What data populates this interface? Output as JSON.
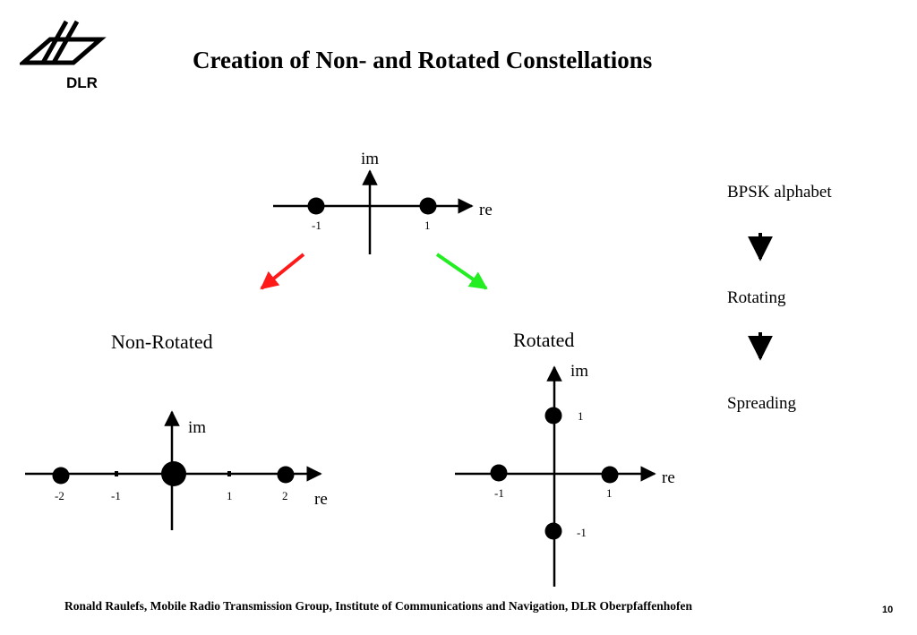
{
  "slide": {
    "title": "Creation of Non- and Rotated Constellations",
    "logo_text": "DLR",
    "footer": "Ronald Raulefs, Mobile Radio Transmission Group, Institute of Communications and Navigation, DLR Oberpfaffenhofen",
    "page_number": "10"
  },
  "top_diagram": {
    "axis_im": "im",
    "axis_re": "re",
    "point_labels": [
      "-1",
      "1"
    ]
  },
  "arrows": {
    "left_color": "#ff1a1a",
    "right_color": "#22ee22"
  },
  "non_rotated": {
    "heading": "Non-Rotated",
    "axis_im": "im",
    "axis_re": "re",
    "tick_labels": [
      "-2",
      "-1",
      "1",
      "2"
    ]
  },
  "rotated": {
    "heading": "Rotated",
    "axis_im": "im",
    "axis_re": "re",
    "re_labels": [
      "-1",
      "1"
    ],
    "im_labels": [
      "1",
      "-1"
    ]
  },
  "process": {
    "steps": [
      "BPSK alphabet",
      "Rotating",
      "Spreading"
    ]
  }
}
